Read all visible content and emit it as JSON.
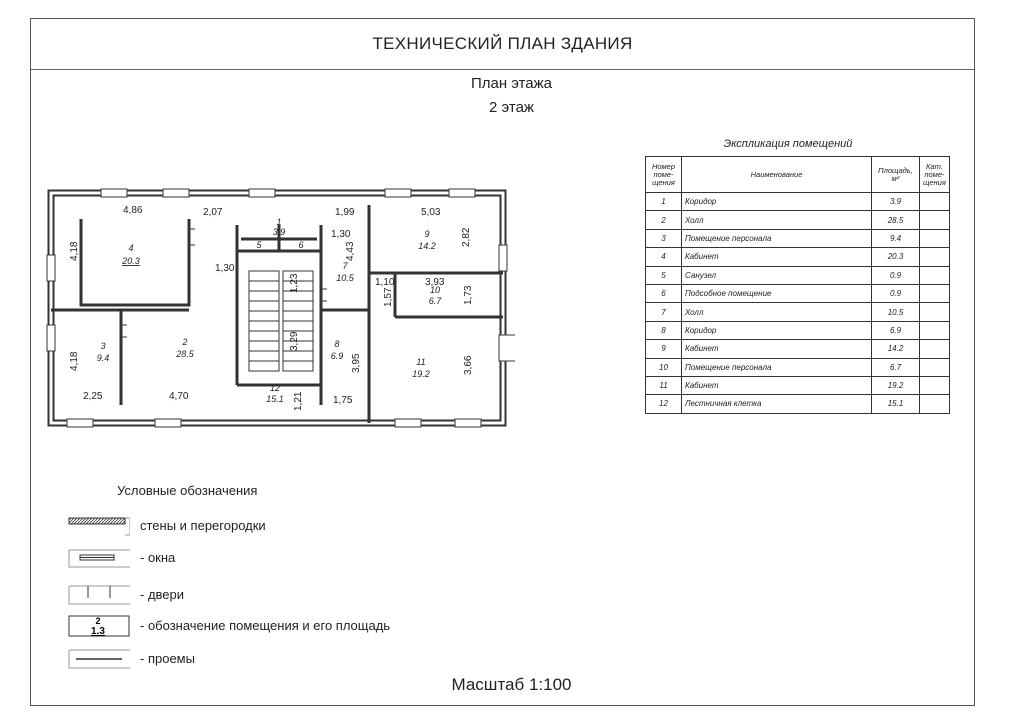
{
  "title": "ТЕХНИЧЕСКИЙ ПЛАН ЗДАНИЯ",
  "plan_title": "План этажа",
  "floor": "2 этаж",
  "explication": {
    "title": "Экспликация помещений",
    "headers": {
      "number": "Номер поме-щения",
      "name": "Наименование",
      "area": "Площадь, м²",
      "category": "Кат. поме-щения"
    },
    "rows": [
      {
        "n": "1",
        "name": "Коридор",
        "area": "3.9"
      },
      {
        "n": "2",
        "name": "Холл",
        "area": "28.5"
      },
      {
        "n": "3",
        "name": "Помещение персонала",
        "area": "9.4"
      },
      {
        "n": "4",
        "name": "Кабинет",
        "area": "20.3"
      },
      {
        "n": "5",
        "name": "Санузел",
        "area": "0.9"
      },
      {
        "n": "6",
        "name": "Подсобное помещение",
        "area": "0.9"
      },
      {
        "n": "7",
        "name": "Холл",
        "area": "10.5"
      },
      {
        "n": "8",
        "name": "Коридор",
        "area": "6.9"
      },
      {
        "n": "9",
        "name": "Кабинет",
        "area": "14.2"
      },
      {
        "n": "10",
        "name": "Помещение персонала",
        "area": "6.7"
      },
      {
        "n": "11",
        "name": "Кабинет",
        "area": "19.2"
      },
      {
        "n": "12",
        "name": "Лестничная клетка",
        "area": "15.1"
      }
    ]
  },
  "plan": {
    "rooms": [
      {
        "n": "4",
        "area": "20.3"
      },
      {
        "n": "1",
        "area": "3.9"
      },
      {
        "n": "5",
        "area": ""
      },
      {
        "n": "6",
        "area": ""
      },
      {
        "n": "7",
        "area": "10.5"
      },
      {
        "n": "9",
        "area": "14.2"
      },
      {
        "n": "10",
        "area": "6.7"
      },
      {
        "n": "3",
        "area": "9.4"
      },
      {
        "n": "2",
        "area": "28.5"
      },
      {
        "n": "8",
        "area": "6.9"
      },
      {
        "n": "11",
        "area": "19.2"
      },
      {
        "n": "12",
        "area": "15.1"
      }
    ],
    "dimensions": [
      "4,86",
      "2,07",
      "1,99",
      "5,03",
      "4,18",
      "2,82",
      "1,30",
      "4,43",
      "1,30",
      "1,23",
      "1,10",
      "3,93",
      "1,57",
      "1,73",
      "4,18",
      "3,29",
      "3,95",
      "3,66",
      "2,25",
      "4,70",
      "1,21",
      "1,75"
    ]
  },
  "legend": {
    "title": "Условные обозначения",
    "items": [
      {
        "symbol": "walls",
        "label": "стены и перегородки"
      },
      {
        "symbol": "windows",
        "label": "- окна"
      },
      {
        "symbol": "doors",
        "label": "- двери"
      },
      {
        "symbol": "room-marker",
        "label": "- обозначение помещения и его площадь",
        "sample_number": "2",
        "sample_area": "1.3"
      },
      {
        "symbol": "openings",
        "label": "- проемы"
      }
    ]
  },
  "scale": "Масштаб 1:100"
}
